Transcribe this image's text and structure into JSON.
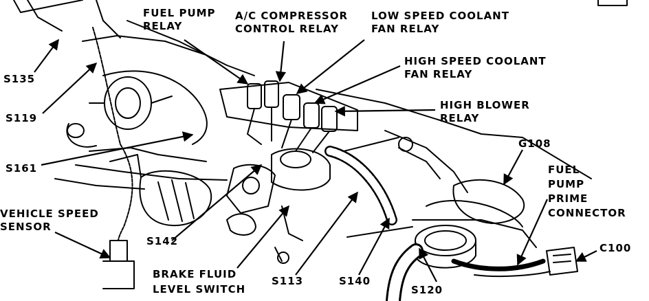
{
  "labels": {
    "fuel_pump_relay": [
      "FUEL PUMP",
      "RELAY"
    ],
    "ac_compressor_relay": [
      "A/C COMPRESSOR",
      "CONTROL RELAY"
    ],
    "low_speed_fan_relay": [
      "LOW SPEED COOLANT",
      "FAN RELAY"
    ],
    "high_speed_fan_relay": [
      "HIGH SPEED COOLANT",
      "FAN RELAY"
    ],
    "high_blower_relay": [
      "HIGH BLOWER",
      "RELAY"
    ],
    "g108": "G108",
    "fuel_pump_prime_connector": [
      "FUEL",
      "PUMP",
      "PRIME",
      "CONNECTOR"
    ],
    "c100": "C100",
    "s135": "S135",
    "s119": "S119",
    "s161": "S161",
    "vehicle_speed_sensor": [
      "VEHICLE SPEED",
      "SENSOR"
    ],
    "s142": "S142",
    "brake_fluid_level_switch": [
      "BRAKE FLUID",
      "LEVEL SWITCH"
    ],
    "s113": "S113",
    "s140": "S140",
    "s120": "S120"
  }
}
